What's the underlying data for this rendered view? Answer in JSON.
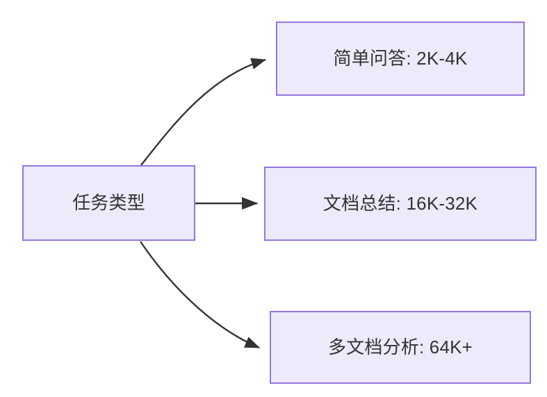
{
  "diagram": {
    "type": "flowchart",
    "direction": "left-to-right",
    "background_color": "#ffffff",
    "node_fill_color": "#ECEAFB",
    "node_border_color": "#9575DE",
    "node_text_color": "#333333",
    "edge_color": "#333333",
    "root": {
      "id": "task-type",
      "label": "任务类型"
    },
    "nodes": [
      {
        "id": "simple-qa",
        "label": "简单问答: 2K-4K",
        "task": "简单问答",
        "context_length": "2K-4K"
      },
      {
        "id": "doc-summary",
        "label": "文档总结: 16K-32K",
        "task": "文档总结",
        "context_length": "16K-32K"
      },
      {
        "id": "multi-doc",
        "label": "多文档分析: 64K+",
        "task": "多文档分析",
        "context_length": "64K+"
      }
    ],
    "edges": [
      {
        "id": "edge-root-to-simple-qa",
        "from": "task-type",
        "to": "simple-qa",
        "style": "curved",
        "label": ""
      },
      {
        "id": "edge-root-to-doc-summary",
        "from": "task-type",
        "to": "doc-summary",
        "style": "straight",
        "label": ""
      },
      {
        "id": "edge-root-to-multi-doc",
        "from": "task-type",
        "to": "multi-doc",
        "style": "curved",
        "label": ""
      }
    ]
  }
}
